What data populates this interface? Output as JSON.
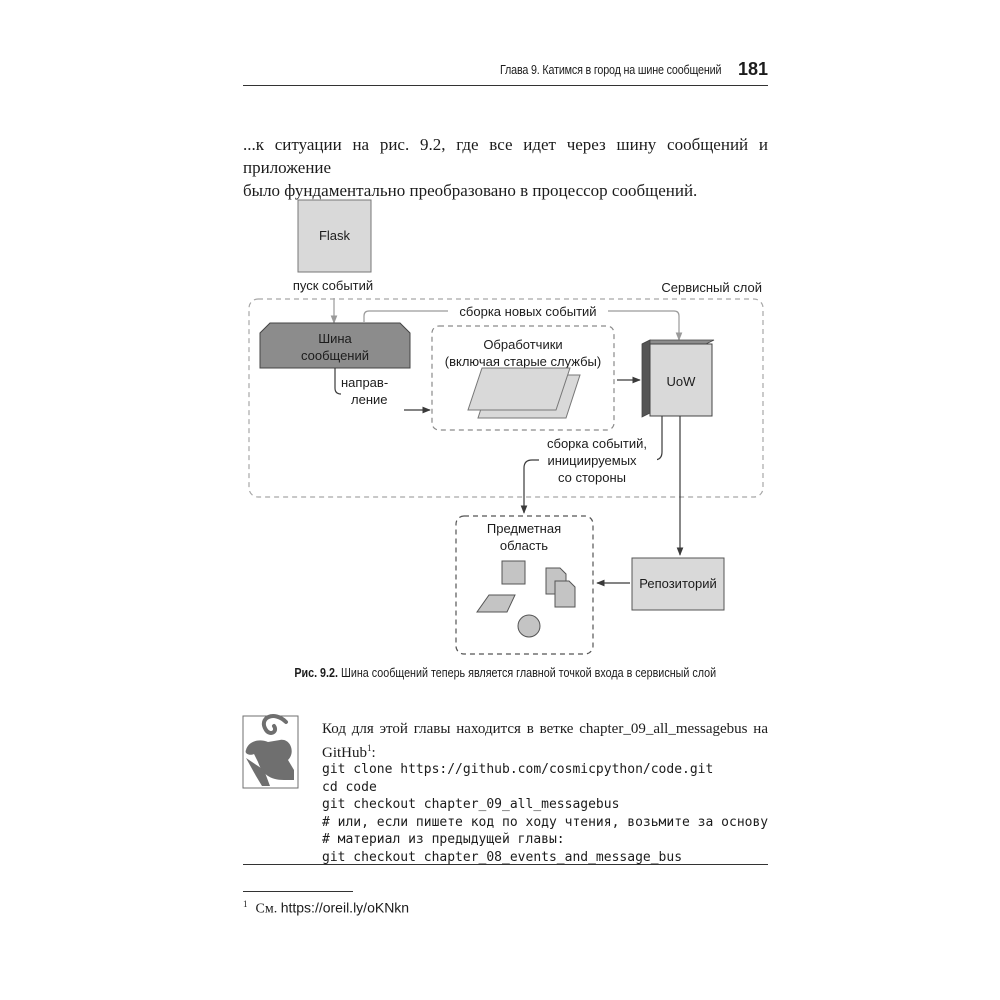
{
  "header": {
    "chapter_title": "Глава 9. Катимся в город на шине сообщений",
    "page_number": "181"
  },
  "paragraph": {
    "line1": "...к ситуации на рис. 9.2, где все идет через шину сообщений и приложение",
    "line2": "было фундаментально преобразовано в процессор сообщений."
  },
  "diagram": {
    "flask": "Flask",
    "event_trigger": "пуск событий",
    "service_layer": "Сервисный слой",
    "collect_new_events": "сборка новых событий",
    "bus_line1": "Шина",
    "bus_line2": "сообщений",
    "handlers_line1": "Обработчики",
    "handlers_line2": "(включая старые службы)",
    "routing_line1": "направ-",
    "routing_line2": "ление",
    "uow": "UoW",
    "collect_events_line1": "сборка событий,",
    "collect_events_line2": "инициируемых",
    "collect_events_line3": "со стороны",
    "domain_line1": "Предметная",
    "domain_line2": "область",
    "repository": "Репозиторий"
  },
  "caption": {
    "figure_label": "Рис. 9.2.",
    "text": " Шина сообщений теперь является главной точкой входа в сервисный слой"
  },
  "note": {
    "text_line1": "Код для этой главы находится в ветке chapter_09_all_messagebus на",
    "text_line2": "GitHub",
    "footnote_ref": "1",
    "text_line2_end": ":",
    "code_lines": [
      "git clone https://github.com/cosmicpython/code.git",
      "cd code",
      "git checkout chapter_09_all_messagebus",
      "# или, если пишете код по ходу чтения, возьмите за основу",
      "# материал из предыдущей главы:",
      "git checkout chapter_08_events_and_message_bus"
    ]
  },
  "footnote": {
    "number": "1",
    "prefix": "См.",
    "url": "https://oreil.ly/oKNkn"
  },
  "colors": {
    "box_fill": "#d9d9d9",
    "bus_fill": "#8c8c8c",
    "dashed_border": "#9a9a9a",
    "lemur": "#6f6f6f"
  }
}
